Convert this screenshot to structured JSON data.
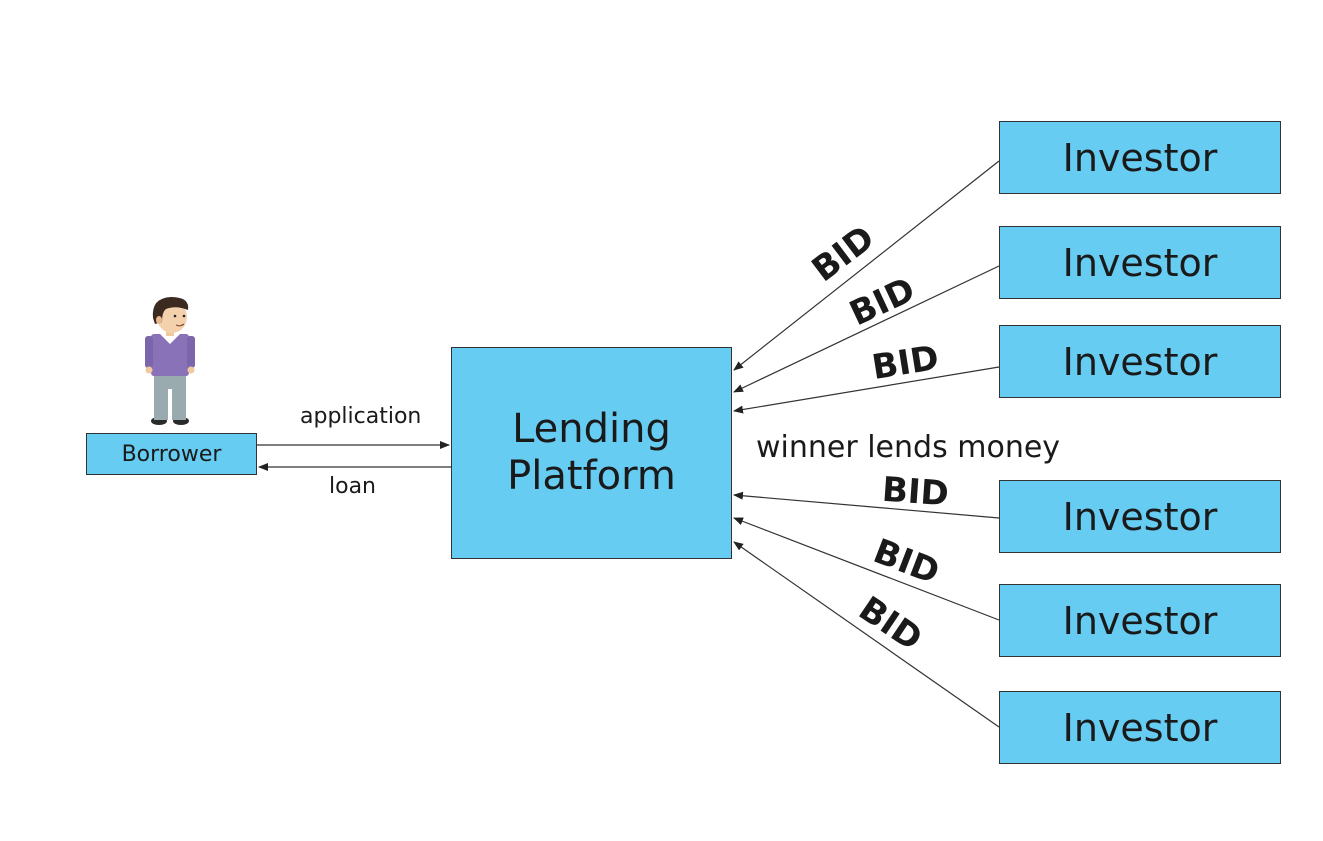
{
  "borrower": {
    "label": "Borrower"
  },
  "platform": {
    "line1": "Lending",
    "line2": "Platform"
  },
  "flows": {
    "application": "application",
    "loan": "loan",
    "winner": "winner lends money"
  },
  "investors": [
    {
      "label": "Investor",
      "bid": "BID"
    },
    {
      "label": "Investor",
      "bid": "BID"
    },
    {
      "label": "Investor",
      "bid": "BID"
    },
    {
      "label": "Investor",
      "bid": "BID"
    },
    {
      "label": "Investor",
      "bid": "BID"
    },
    {
      "label": "Investor",
      "bid": "BID"
    }
  ],
  "colors": {
    "box_fill": "#66ccf2",
    "line": "#333333",
    "shirt": "#8a72b8",
    "pants": "#9aabb0"
  }
}
